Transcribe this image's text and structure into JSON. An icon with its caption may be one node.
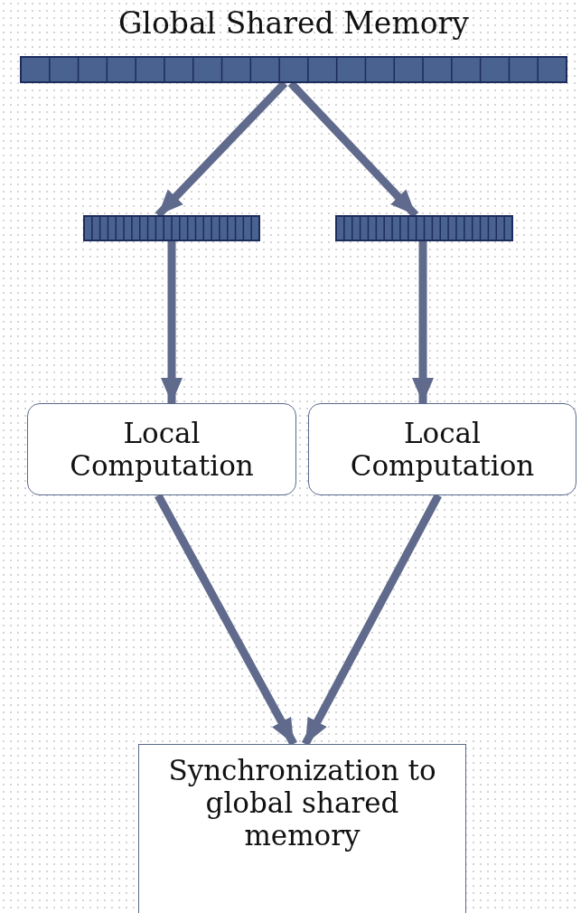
{
  "diagram": {
    "nodes": [
      {
        "text": [
          "Global Shared Memory"
        ]
      },
      {
        "text": [],
        "shape": "bar"
      },
      {
        "text": [],
        "shape": "bar"
      },
      {
        "text": [
          "Local Computation"
        ]
      },
      {
        "text": [
          "Local Computation"
        ]
      },
      {
        "text": [
          "Synchronization to global shared memory"
        ]
      }
    ],
    "edges": [
      {
        "from": 0,
        "to": 1,
        "arrow": "to"
      },
      {
        "from": 0,
        "to": 2,
        "arrow": "to"
      },
      {
        "from": 1,
        "to": 3,
        "arrow": "to"
      },
      {
        "from": 2,
        "to": 4,
        "arrow": "to"
      },
      {
        "from": 3,
        "to": 5,
        "arrow": "to"
      },
      {
        "from": 4,
        "to": 5,
        "arrow": "to"
      }
    ]
  }
}
